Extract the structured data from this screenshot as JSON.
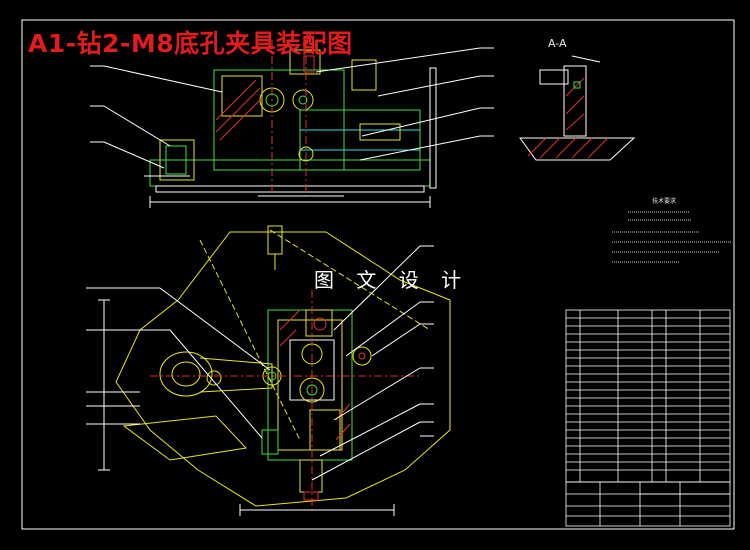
{
  "title": "A1-钻2-M8底孔夹具装配图",
  "watermark": "图 文 设 计",
  "section_view_label": "A-A",
  "tech_requirements_title": "技术要求",
  "colors": {
    "background": "#000000",
    "frame": "#ffffff",
    "outline_green": "#3ee03e",
    "outline_yellow": "#e6e61e",
    "outline_cyan": "#2fe0e0",
    "outline_red": "#e03030",
    "title_red": "#e21b1b"
  }
}
